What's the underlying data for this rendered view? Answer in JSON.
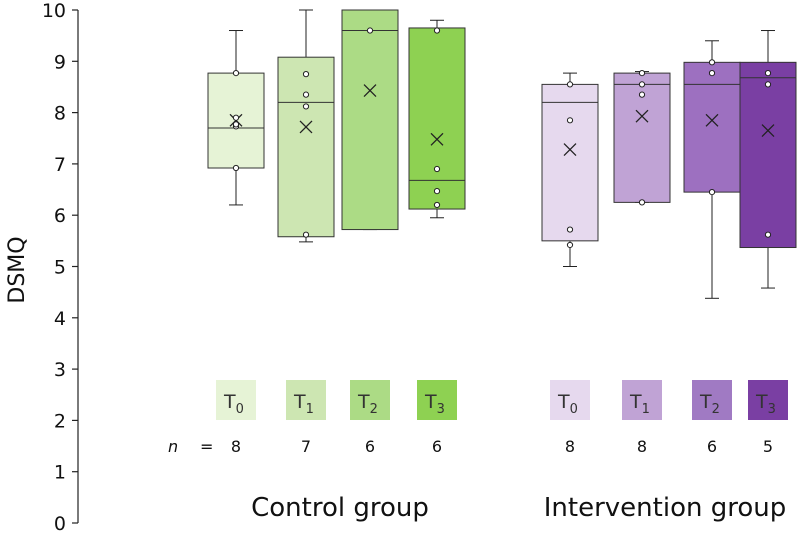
{
  "chart_data": {
    "type": "box",
    "ylabel": "DSMQ",
    "ylim": [
      0,
      10
    ],
    "yticks": [
      "0",
      "1",
      "2",
      "3",
      "4",
      "5",
      "6",
      "7",
      "8",
      "9",
      "10"
    ],
    "n_prefix": "n",
    "n_equals": "=",
    "groups": [
      {
        "name": "Control group",
        "boxes": [
          {
            "time": "T",
            "sub": "0",
            "n": "8",
            "color": "#e6f3d6",
            "legend_color": "#e6f3d6",
            "whisker_low": 6.2,
            "q1": 6.92,
            "median": 7.7,
            "q3": 8.77,
            "whisker_high": 9.6,
            "mean": 7.85,
            "points": [
              6.92,
              7.73,
              7.77,
              7.9,
              8.77
            ]
          },
          {
            "time": "T",
            "sub": "1",
            "n": "7",
            "color": "#cde6b2",
            "legend_color": "#cde6b2",
            "whisker_low": 5.48,
            "q1": 5.58,
            "median": 8.2,
            "q3": 9.08,
            "whisker_high": 10.0,
            "mean": 7.72,
            "points": [
              5.62,
              8.12,
              8.35,
              8.75
            ]
          },
          {
            "time": "T",
            "sub": "2",
            "n": "6",
            "color": "#acdb85",
            "legend_color": "#acdb85",
            "whisker_low": 5.72,
            "q1": 5.72,
            "median": 9.6,
            "q3": 10.0,
            "whisker_high": 10.0,
            "mean": 8.43,
            "points": [
              9.6
            ]
          },
          {
            "time": "T",
            "sub": "3",
            "n": "6",
            "color": "#8ed152",
            "legend_color": "#8ed152",
            "whisker_low": 5.95,
            "q1": 6.12,
            "median": 6.68,
            "q3": 9.65,
            "whisker_high": 9.8,
            "mean": 7.48,
            "points": [
              6.2,
              6.47,
              6.9,
              9.6
            ]
          }
        ]
      },
      {
        "name": "Intervention group",
        "boxes": [
          {
            "time": "T",
            "sub": "0",
            "n": "8",
            "color": "#e6d9ee",
            "legend_color": "#e6d9ee",
            "whisker_low": 5.0,
            "q1": 5.5,
            "median": 8.2,
            "q3": 8.55,
            "whisker_high": 8.77,
            "mean": 7.28,
            "points": [
              5.42,
              5.72,
              7.85,
              8.55
            ]
          },
          {
            "time": "T",
            "sub": "1",
            "n": "8",
            "color": "#c0a3d5",
            "legend_color": "#c0a3d5",
            "whisker_low": 6.25,
            "q1": 6.25,
            "median": 8.55,
            "q3": 8.77,
            "whisker_high": 8.8,
            "mean": 7.93,
            "points": [
              6.25,
              8.35,
              8.55,
              8.77
            ]
          },
          {
            "time": "T",
            "sub": "2",
            "n": "6",
            "color": "#9d70c0",
            "legend_color": "#a07ac3",
            "whisker_low": 4.38,
            "q1": 6.45,
            "median": 8.55,
            "q3": 8.98,
            "whisker_high": 9.4,
            "mean": 7.85,
            "points": [
              6.45,
              8.77,
              8.98
            ]
          },
          {
            "time": "T",
            "sub": "3",
            "n": "5",
            "color": "#7a3fa3",
            "legend_color": "#7a3fa3",
            "whisker_low": 4.58,
            "q1": 5.37,
            "median": 8.68,
            "q3": 8.98,
            "whisker_high": 9.6,
            "mean": 7.65,
            "points": [
              5.62,
              8.55,
              8.77
            ]
          }
        ]
      }
    ]
  }
}
